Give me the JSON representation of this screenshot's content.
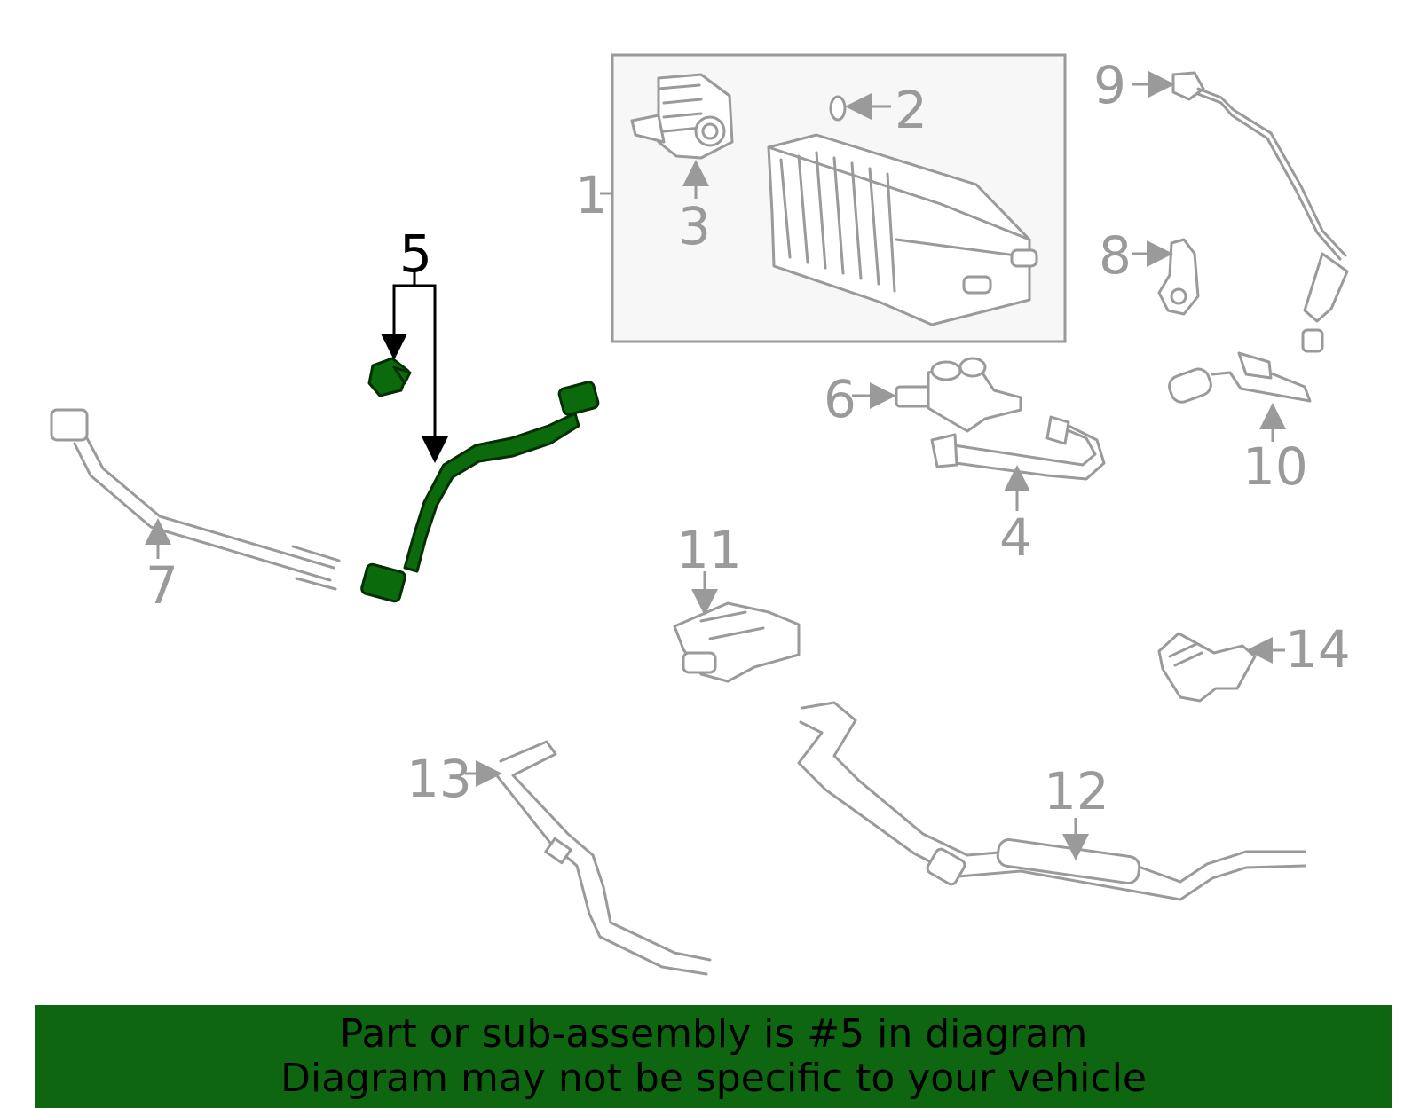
{
  "diagram": {
    "highlight_color": "#0f6610",
    "callout_color": "#9a9a9a",
    "callouts": [
      {
        "id": "1",
        "label": "1"
      },
      {
        "id": "2",
        "label": "2"
      },
      {
        "id": "3",
        "label": "3"
      },
      {
        "id": "4",
        "label": "4"
      },
      {
        "id": "5",
        "label": "5",
        "highlighted": true
      },
      {
        "id": "6",
        "label": "6"
      },
      {
        "id": "7",
        "label": "7"
      },
      {
        "id": "8",
        "label": "8"
      },
      {
        "id": "9",
        "label": "9"
      },
      {
        "id": "10",
        "label": "10"
      },
      {
        "id": "11",
        "label": "11"
      },
      {
        "id": "12",
        "label": "12"
      },
      {
        "id": "13",
        "label": "13"
      },
      {
        "id": "14",
        "label": "14"
      }
    ]
  },
  "banner": {
    "line1": "Part or sub-assembly is #5 in diagram",
    "line2": "Diagram may not be specific to your vehicle"
  }
}
